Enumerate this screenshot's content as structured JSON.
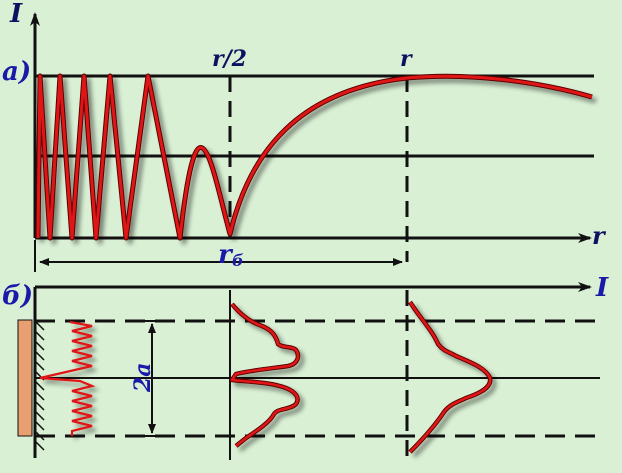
{
  "panel_a": {
    "label": "a)",
    "y_axis_label": "I",
    "x_axis_label": "r",
    "marker_half": "r/2",
    "marker_full": "r",
    "distance_label": "r",
    "distance_subscript": "б"
  },
  "panel_b": {
    "label": "б)",
    "x_axis_label": "I",
    "aperture_label": "2a"
  },
  "colors": {
    "background": "#d9f0d4",
    "axis": "#111111",
    "curve": "#e01818",
    "curve_outline": "#5a0000",
    "label_blue": "#1a1aa8",
    "label_navy": "#101060",
    "screen": "#e8a070"
  }
}
